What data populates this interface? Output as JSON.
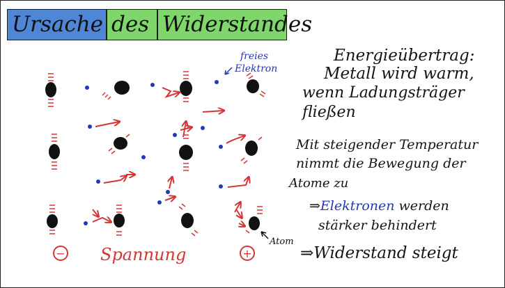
{
  "title": {
    "part1": "Ursache",
    "part2": "des",
    "part3": "Widerstandes",
    "colors": {
      "blue_box": "#4f86d6",
      "green_box": "#7fd66b"
    }
  },
  "diagram": {
    "free_electron_label_line1": "freies",
    "free_electron_label_line2": "Elektron",
    "atom_label": "Atom",
    "minus_sign": "−",
    "plus_sign": "+",
    "voltage_label": "Spannung",
    "colors": {
      "atom": "#111111",
      "electron": "#2438b8",
      "arrow": "#d43535",
      "vibration": "#d43535"
    }
  },
  "notes": {
    "line1": "Energieübertrag:",
    "line2": "Metall wird warm,",
    "line3": "wenn Ladungsträger",
    "line4": "fließen",
    "line5": "Mit steigender Temperatur",
    "line6": "nimmt die Bewegung der",
    "line7": "Atome zu",
    "line8_prefix": "⇒",
    "line8_highlight": "Elektronen",
    "line8_suffix": " werden",
    "line9": "stärker behindert",
    "line10": "⇒Widerstand steigt"
  }
}
